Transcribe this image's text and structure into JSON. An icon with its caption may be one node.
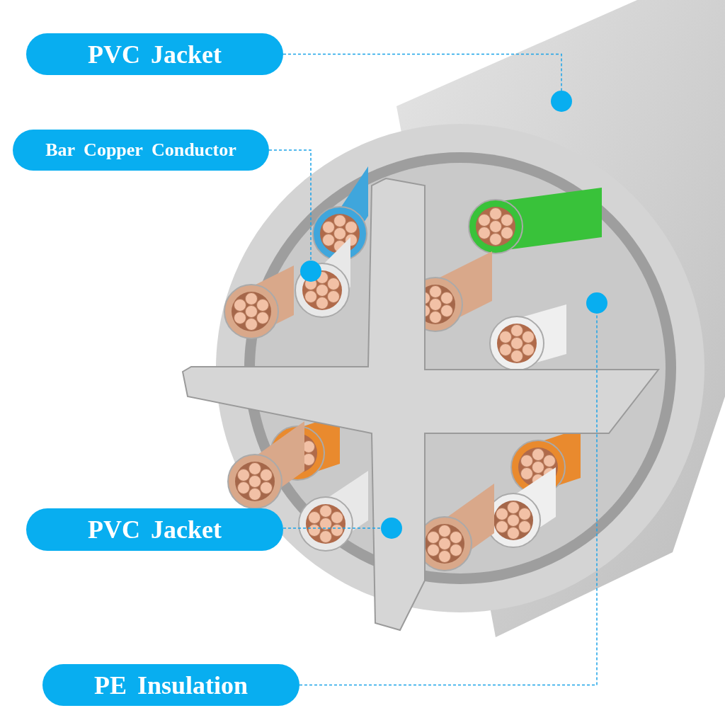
{
  "diagram": {
    "nodes": [
      {
        "text": [
          "PVC Jacket"
        ]
      },
      {
        "text": [
          "Bar Copper Conductor"
        ]
      },
      {
        "text": [
          "PVC Jacket"
        ]
      },
      {
        "text": [
          "PE Insulation"
        ]
      },
      {
        "text": [],
        "shape": "circle"
      },
      {
        "text": [],
        "shape": "circle"
      },
      {
        "text": [],
        "shape": "circle"
      },
      {
        "text": [],
        "shape": "circle"
      }
    ],
    "edges": [
      {
        "from": 0,
        "to": 4,
        "arrow": "none",
        "style": "dashed"
      },
      {
        "from": 1,
        "to": 5,
        "arrow": "none",
        "style": "dashed"
      },
      {
        "from": 2,
        "to": 6,
        "arrow": "none",
        "style": "dashed"
      },
      {
        "from": 3,
        "to": 7,
        "arrow": "none",
        "style": "dashed"
      }
    ]
  }
}
